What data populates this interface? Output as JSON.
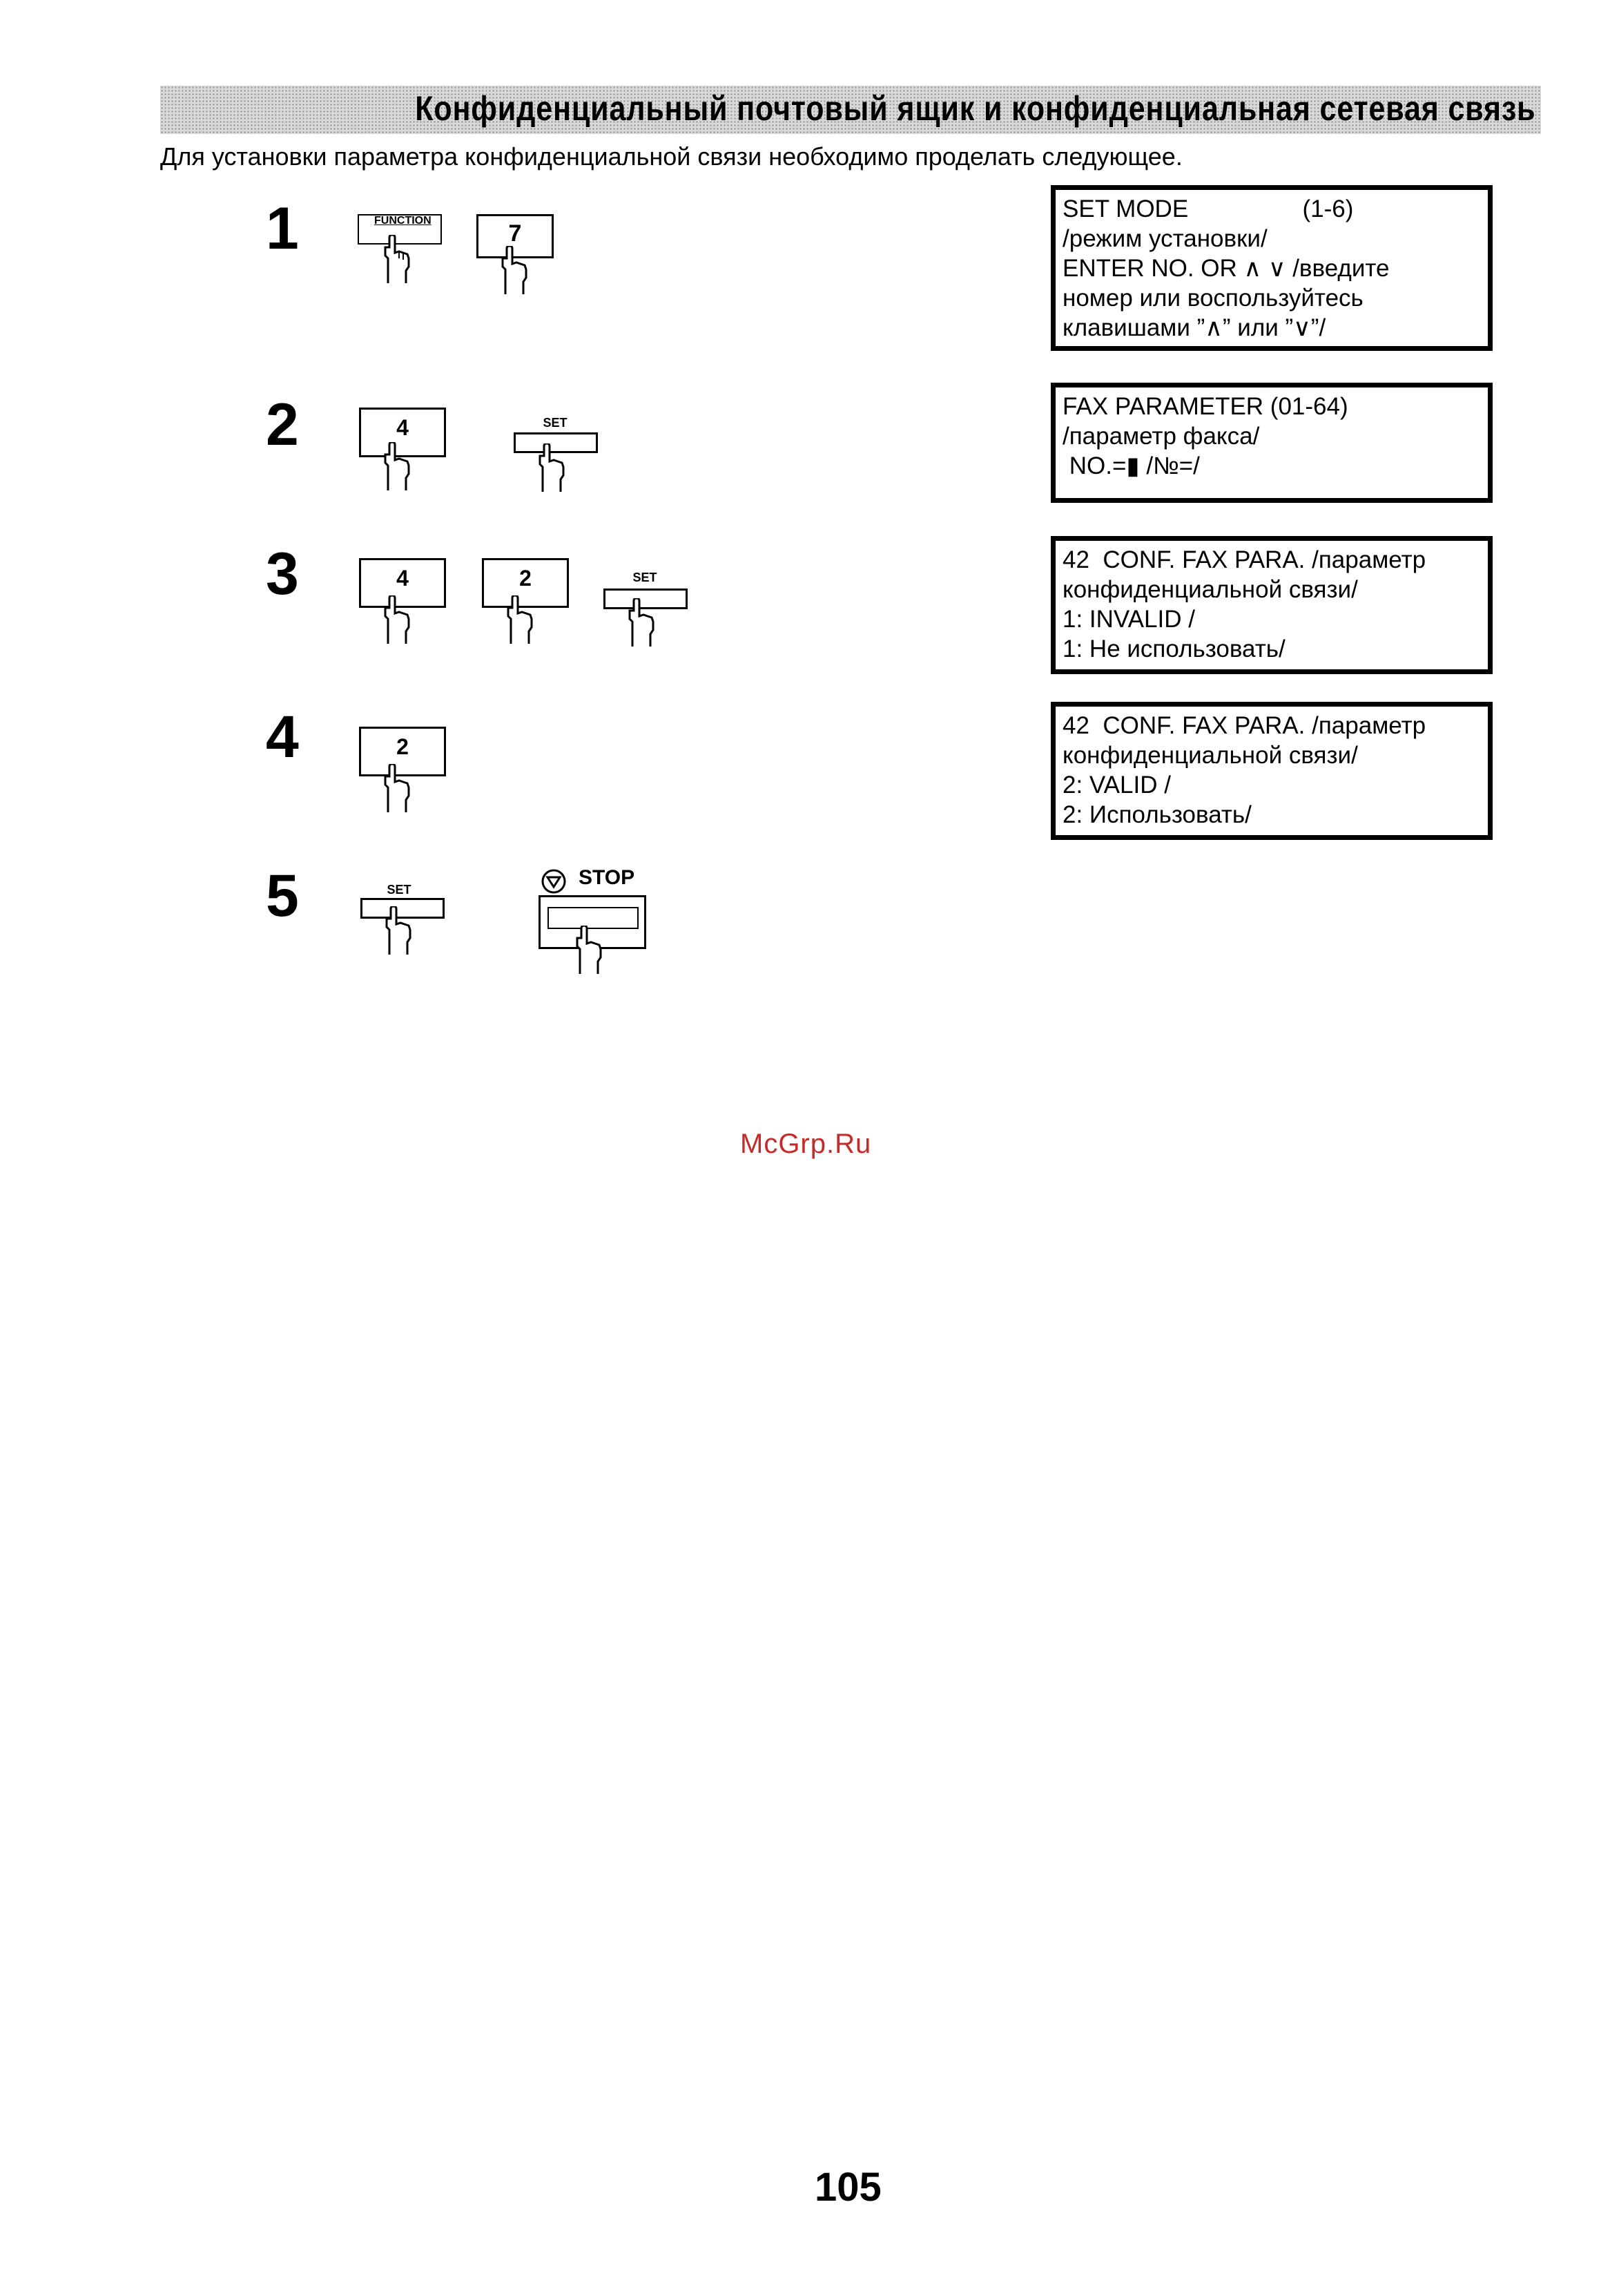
{
  "header": {
    "title": "Конфиденциальный почтовый ящик и конфиденциальная сетевая связь"
  },
  "intro": "Для установки параметра конфиденциальной связи необходимо проделать следующее.",
  "steps": [
    {
      "number": "1",
      "keys": {
        "function": "FUNCTION",
        "seven": "7"
      }
    },
    {
      "number": "2",
      "keys": {
        "four": "4",
        "set": "SET"
      }
    },
    {
      "number": "3",
      "keys": {
        "four": "4",
        "two": "2",
        "set": "SET"
      }
    },
    {
      "number": "4",
      "keys": {
        "two": "2"
      }
    },
    {
      "number": "5",
      "keys": {
        "set": "SET",
        "stop": "STOP"
      }
    }
  ],
  "displays": [
    {
      "lines": [
        "SET MODE                 (1-6)",
        "/режим установки/",
        "ENTER NO. OR ∧ ∨ /введите",
        "номер или воспользуйтесь",
        "клавишами ”∧” или ”∨”/"
      ]
    },
    {
      "lines": [
        "FAX PARAMETER (01-64)",
        "/параметр факса/",
        " NO.=▮ /№=/"
      ]
    },
    {
      "lines": [
        "42  CONF. FAX PARA. /параметр",
        "конфиденциальной связи/",
        "1: INVALID /",
        "1: Не использовать/"
      ]
    },
    {
      "lines": [
        "42  CONF. FAX PARA. /параметр",
        "конфиденциальной связи/",
        "2: VALID /",
        "2: Использовать/"
      ]
    }
  ],
  "watermark": "McGrp.Ru",
  "page_number": "105",
  "icons": {
    "hand": "pressing-finger-icon",
    "stop": "stop-triangle-icon"
  }
}
